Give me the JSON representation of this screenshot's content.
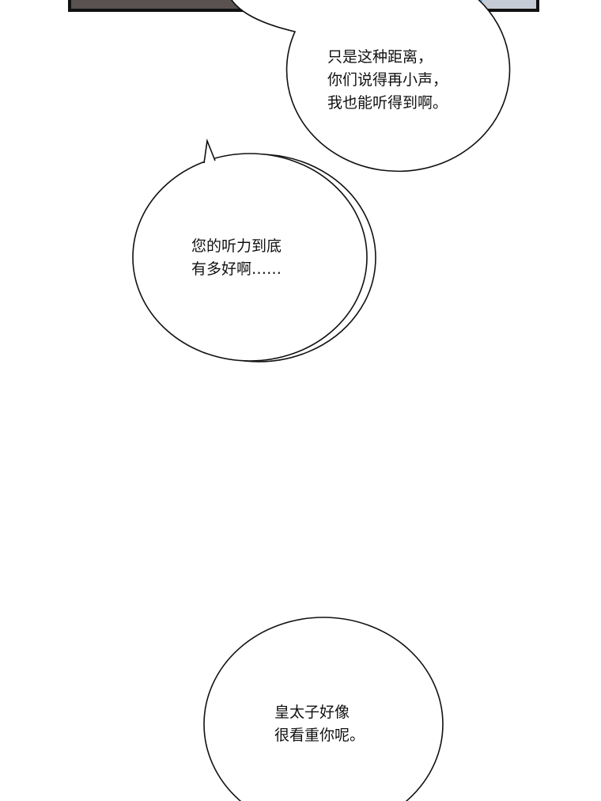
{
  "bubbles": [
    {
      "lines": [
        "只是这种距离，",
        "你们说得再小声，",
        "我也能听得到啊。"
      ]
    },
    {
      "lines": [
        "您的听力到底",
        "有多好啊……"
      ]
    },
    {
      "lines": [
        "皇太子好像",
        "很看重你呢。"
      ]
    }
  ],
  "colors": {
    "panel_left": "#5a5151",
    "panel_right": "#c5ccd6",
    "accent_blue": "#5bb4ea",
    "border": "#111111"
  }
}
